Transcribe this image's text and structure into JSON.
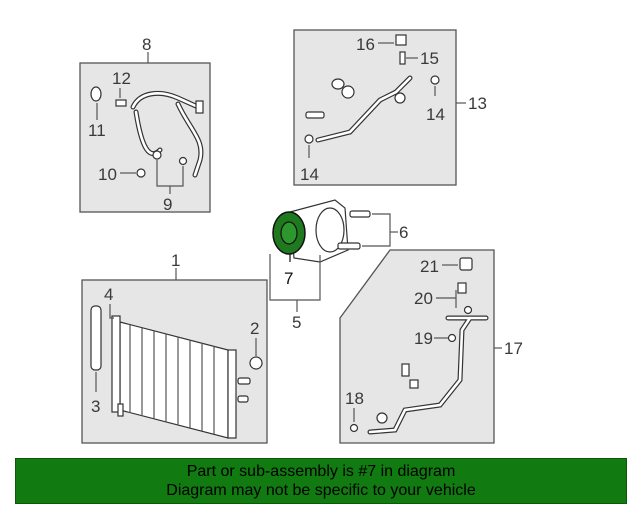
{
  "callouts": {
    "c1": "1",
    "c2": "2",
    "c3": "3",
    "c4": "4",
    "c5": "5",
    "c6": "6",
    "c7": "7",
    "c8": "8",
    "c9": "9",
    "c10": "10",
    "c11": "11",
    "c12": "12",
    "c13": "13",
    "c14a": "14",
    "c14b": "14",
    "c15": "15",
    "c16": "16",
    "c17": "17",
    "c18": "18",
    "c19": "19",
    "c20": "20",
    "c21": "21"
  },
  "banner": {
    "line1": "Part or sub-assembly is #7 in diagram",
    "line2": "Diagram may not be specific to your vehicle"
  },
  "colors": {
    "banner_bg": "#117a11",
    "highlight_part": "#1f7a1f"
  }
}
